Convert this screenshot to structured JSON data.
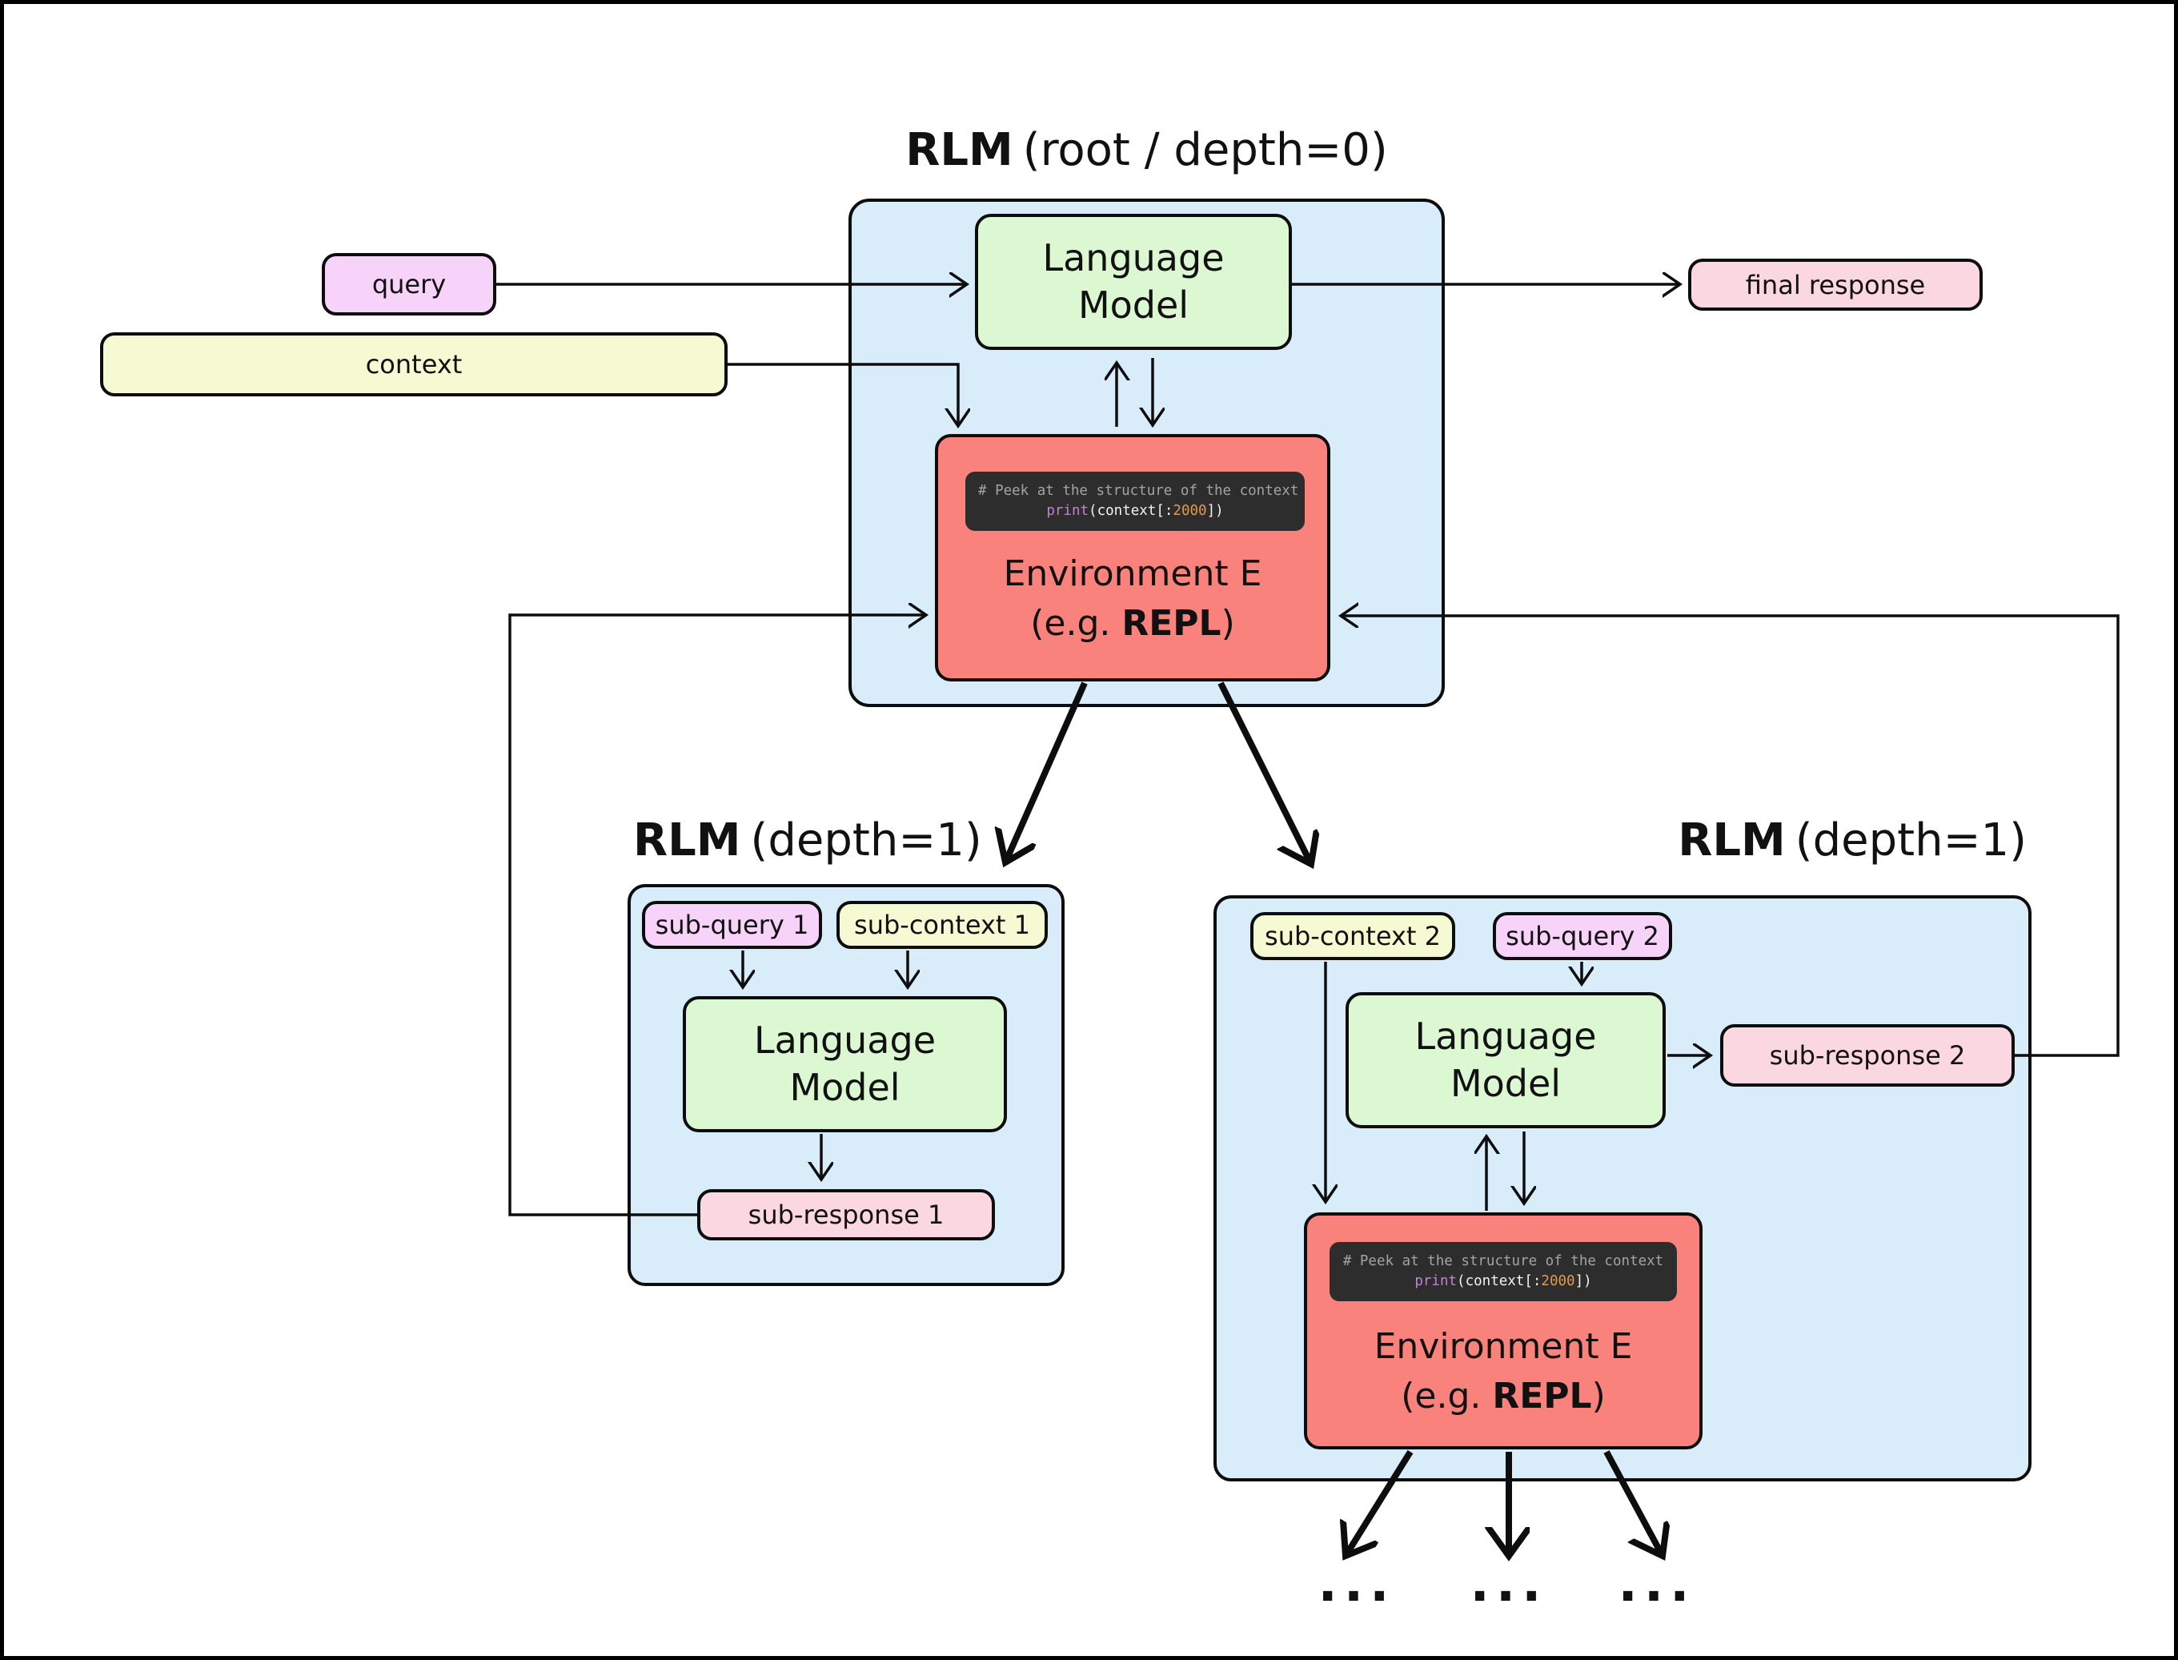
{
  "titles": {
    "root": {
      "bold": "RLM",
      "rest": "(root / depth=0)"
    },
    "left": {
      "bold": "RLM",
      "rest": "(depth=1)"
    },
    "right": {
      "bold": "RLM",
      "rest": "(depth=1)"
    }
  },
  "root": {
    "language_model": {
      "line1": "Language",
      "line2": "Model"
    },
    "environment": {
      "line1": "Environment E",
      "prefix": "(e.g. ",
      "bold": "REPL",
      "suffix": ")"
    },
    "code": {
      "comment": "# Peek at the structure of the context",
      "keyword": "print",
      "open": "(context[:",
      "number": "2000",
      "close": "])"
    },
    "inputs": {
      "query": "query",
      "context": "context"
    },
    "output": {
      "final_response": "final response"
    }
  },
  "left_rlm": {
    "sub_query": "sub-query 1",
    "sub_context": "sub-context 1",
    "language_model": {
      "line1": "Language",
      "line2": "Model"
    },
    "sub_response": "sub-response 1"
  },
  "right_rlm": {
    "sub_context": "sub-context 2",
    "sub_query": "sub-query 2",
    "language_model": {
      "line1": "Language",
      "line2": "Model"
    },
    "sub_response": "sub-response 2",
    "environment": {
      "line1": "Environment E",
      "prefix": "(e.g. ",
      "bold": "REPL",
      "suffix": ")"
    },
    "code": {
      "comment": "# Peek at the structure of the context",
      "keyword": "print",
      "open": "(context[:",
      "number": "2000",
      "close": "])"
    },
    "ellipses": [
      "...",
      "...",
      "..."
    ]
  },
  "colors": {
    "panel_blue": "#D8ECFA",
    "lm_green": "#DCF8D3",
    "env_salmon": "#F9837C",
    "pill_magenta": "#F8D3F9",
    "pill_yellow": "#F6FAD2",
    "pill_pink": "#FBD7E1",
    "code_background": "#2D2D2D",
    "code_comment": "#A3A3A3",
    "code_keyword": "#C77DDA",
    "code_number": "#E09A52",
    "code_text": "#F2F2F2",
    "stroke": "#0D0D0D"
  }
}
